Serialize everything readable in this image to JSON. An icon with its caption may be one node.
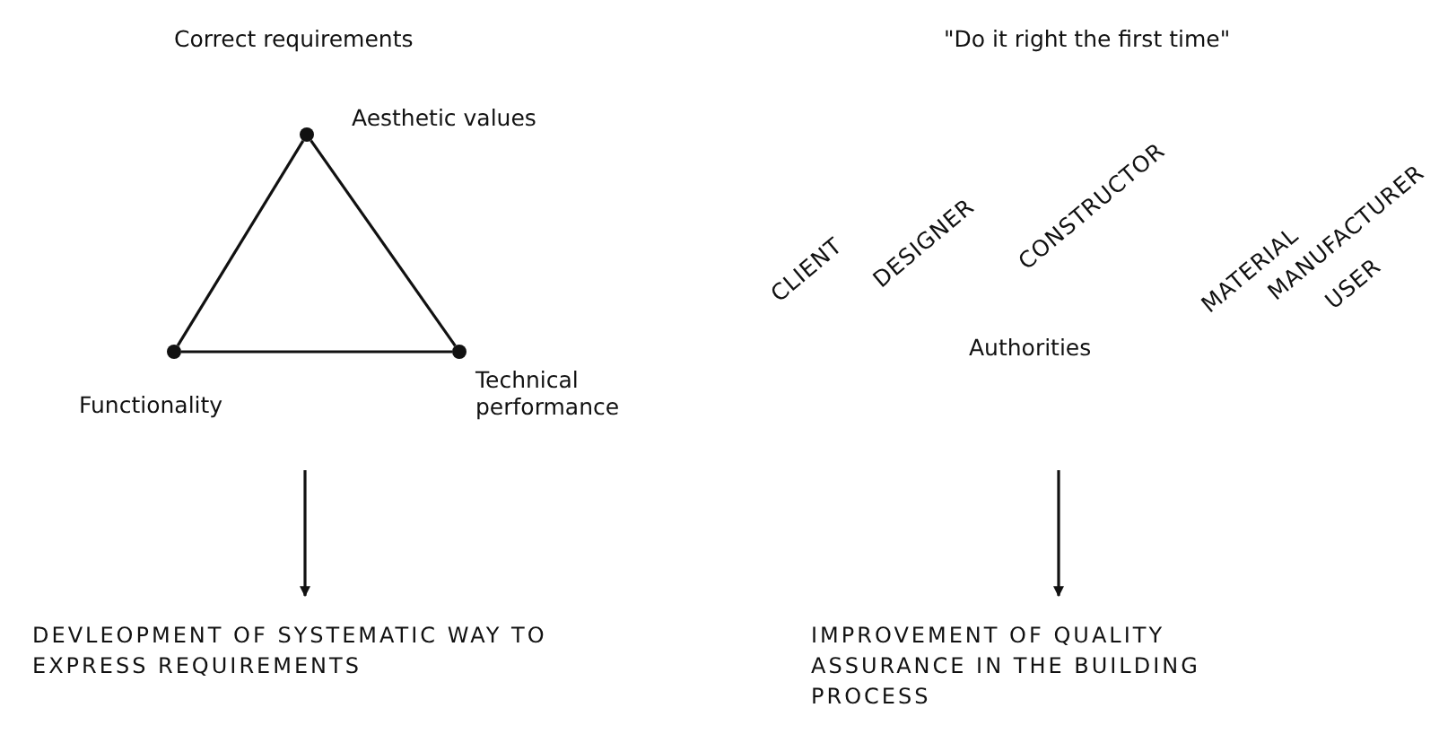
{
  "diagram": {
    "nodes": [
      {
        "text": [],
        "shape": "circle",
        "beside": [
          "Aesthetic values"
        ]
      },
      {
        "text": [],
        "shape": "circle",
        "beside": [
          "Functionality"
        ]
      },
      {
        "text": [],
        "shape": "circle",
        "beside": [
          "Technical performance"
        ]
      },
      {
        "text": [
          "DEVLEOPMENT OF SYSTEMATIC WAY TO EXPRESS REQUIREMENTS"
        ]
      },
      {
        "text": [
          "IMPROVEMENT OF QUALITY ASSURANCE IN THE BUILDING PROCESS"
        ]
      }
    ],
    "edges": [
      {
        "from": 0,
        "to": 1,
        "arrow": "none"
      },
      {
        "from": 1,
        "to": 2,
        "arrow": "none"
      },
      {
        "from": 2,
        "to": 0,
        "arrow": "none"
      },
      {
        "from": null,
        "to": 3,
        "arrow": "to"
      },
      {
        "from": null,
        "to": 4,
        "arrow": "to"
      }
    ],
    "labels": [
      "Correct requirements",
      "\"Do it right the first time\"",
      "CLIENT",
      "DESIGNER",
      "CONSTRUCTOR",
      "MATERIAL",
      "MANUFACTURER",
      "USER",
      "Authorities"
    ]
  }
}
